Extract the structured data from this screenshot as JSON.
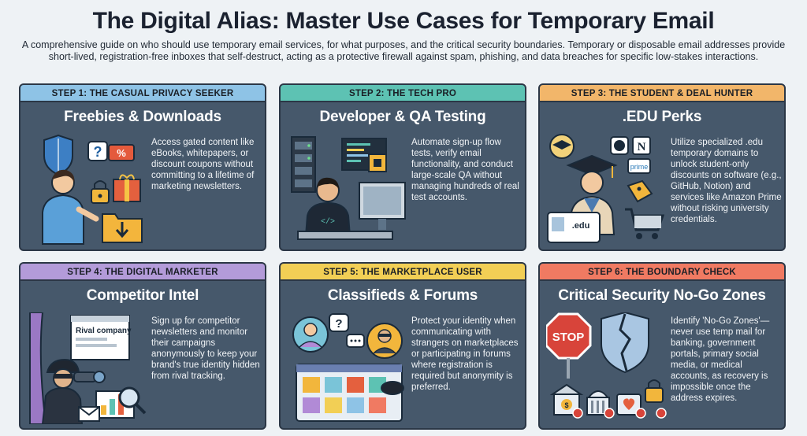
{
  "header": {
    "title": "The Digital Alias: Master Use Cases for Temporary Email",
    "intro": "A comprehensive guide on who should use temporary email services, for what purposes, and the critical security boundaries. Temporary or disposable email addresses provide short-lived, registration-free inboxes that self-destruct, acting as a protective firewall against spam, phishing, and data breaches for specific low-stakes interactions."
  },
  "cards": [
    {
      "step": "STEP 1: THE CASUAL PRIVACY SEEKER",
      "heading": "Freebies & Downloads",
      "description": "Access gated content like eBooks, whitepapers, or discount coupons without committing to a lifetime of marketing newsletters.",
      "icons": [
        "shield-icon",
        "question-icon",
        "percent-coupon-icon",
        "lock-icon",
        "gift-icon",
        "download-folder-icon"
      ],
      "color": "#8ec3e6"
    },
    {
      "step": "STEP 2: THE TECH PRO",
      "heading": "Developer & QA Testing",
      "description": "Automate sign-up flow tests, verify email functionality, and conduct large-scale QA without managing hundreds of real test accounts.",
      "icons": [
        "server-rack-icon",
        "code-screen-icon",
        "chip-icon",
        "laptop-icon",
        "monitor-icon"
      ],
      "color": "#5dc2b3"
    },
    {
      "step": "STEP 3: THE STUDENT & DEAL HUNTER",
      "heading": ".EDU Perks",
      "description": "Utilize specialized .edu temporary domains to unlock student-only discounts on software (e.g., GitHub, Notion) and services like Amazon Prime without risking university credentials.",
      "icons": [
        "graduation-cap-icon",
        "github-icon",
        "notion-icon",
        "prime-icon",
        "price-tag-icon",
        "shopping-cart-icon",
        "edu-id-card-icon"
      ],
      "badges": {
        "prime": "prime",
        "edu": ".edu"
      },
      "color": "#f2b66a"
    },
    {
      "step": "STEP 4: THE DIGITAL MARKETER",
      "heading": "Competitor Intel",
      "description": "Sign up for competitor newsletters and monitor their campaigns anonymously to keep your brand's true identity hidden from rival tracking.",
      "icons": [
        "spy-icon",
        "binoculars-icon",
        "browser-window-icon",
        "magnifier-icon",
        "envelope-icon",
        "bar-chart-icon"
      ],
      "badges": {
        "rival": "Rival company"
      },
      "color": "#b39bd9"
    },
    {
      "step": "STEP 5: THE MARKETPLACE USER",
      "heading": "Classifieds & Forums",
      "description": "Protect your identity when communicating with strangers on marketplaces or participating in forums where registration is required but anonymity is preferred.",
      "icons": [
        "user-avatar-icon",
        "masked-user-icon",
        "question-bubble-icon",
        "chat-bubble-icon",
        "marketplace-grid-icon"
      ],
      "badges": {
        "question": "?"
      },
      "color": "#f2cf55"
    },
    {
      "step": "STEP 6: THE BOUNDARY CHECK",
      "heading": "Critical Security No-Go Zones",
      "description": "Identify 'No-Go Zones'—never use temp mail for banking, government portals, primary social media, or medical accounts, as recovery is impossible once the address expires.",
      "icons": [
        "stop-sign-icon",
        "broken-shield-icon",
        "bank-icon",
        "government-icon",
        "medical-icon",
        "padlock-icon"
      ],
      "badges": {
        "stop": "STOP"
      },
      "color": "#f07a62"
    }
  ]
}
